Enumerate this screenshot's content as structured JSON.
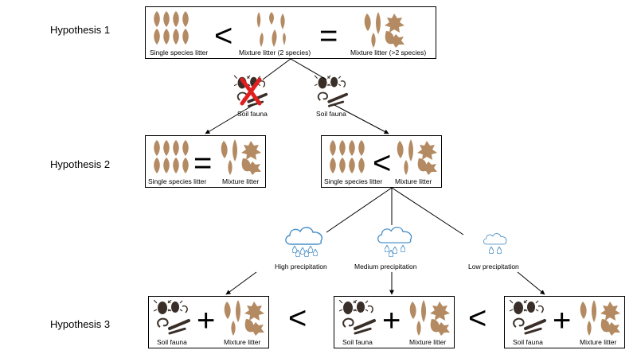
{
  "hypotheses": [
    "Hypothesis 1",
    "Hypothesis 2",
    "Hypothesis 3"
  ],
  "h1": {
    "single": "Single species litter",
    "mix2": "Mixture litter (2 species)",
    "mixmany": "Mixture litter (>2 species)",
    "op1": "<",
    "op2": "="
  },
  "fauna": {
    "excluded": "Soil fauna",
    "present": "Soil fauna"
  },
  "h2": {
    "left_single": "Single species litter",
    "left_mix": "Mixture litter",
    "left_op": "=",
    "right_single": "Single species litter",
    "right_mix": "Mixture litter",
    "right_op": "<"
  },
  "precipitation": {
    "high": "High precipitation",
    "medium": "Medium precipitation",
    "low": "Low precipitation"
  },
  "h3": {
    "fauna": "Soil fauna",
    "mix": "Mixture litter",
    "plus": "+",
    "op": "<"
  },
  "colors": {
    "leaf": "#b38a62",
    "insect": "#3a2f28",
    "cloud": "#4a90c8",
    "cross": "#e02020"
  }
}
